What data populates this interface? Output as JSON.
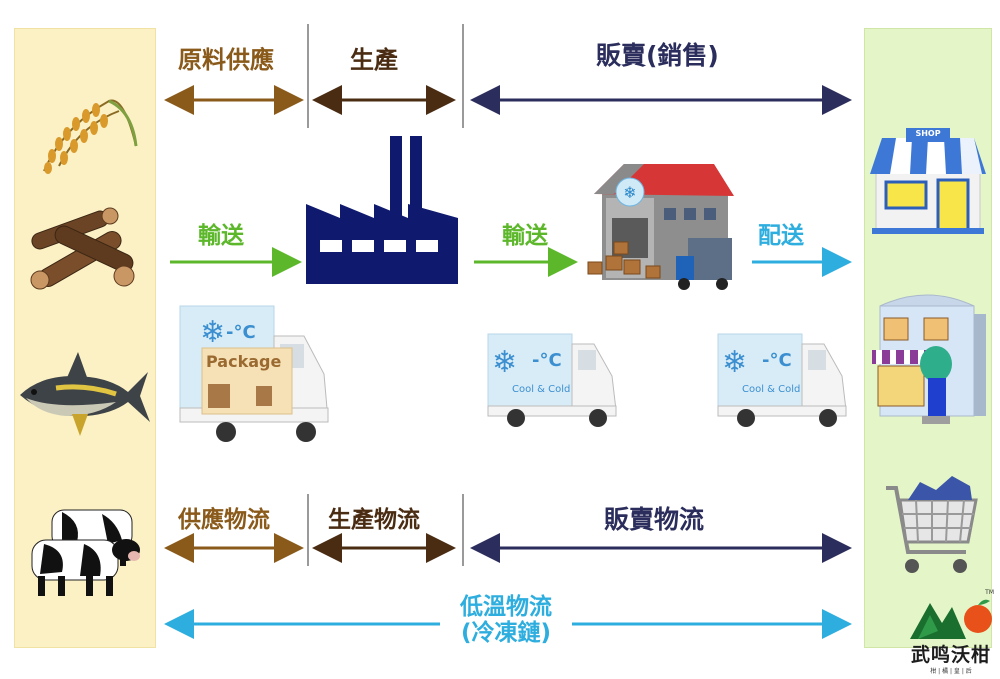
{
  "stages": {
    "supply": "原料供應",
    "production": "生產",
    "sales": "販賣(銷售)"
  },
  "transport": {
    "to_factory": "輸送",
    "to_warehouse": "輸送",
    "delivery": "配送"
  },
  "shop_sign": "SHOP",
  "trucks": {
    "temp_label": "-°C",
    "package_label": "Package",
    "cool_label": "Cool & Cold"
  },
  "logistics": {
    "supply": "供應物流",
    "production": "生產物流",
    "sales": "販賣物流"
  },
  "cold_chain": {
    "line1": "低溫物流",
    "line2": "(冷凍鏈)"
  },
  "brand": {
    "name": "武鸣沃柑",
    "tagline": "柑 | 橘 | 皇 | 后",
    "tm": "TM"
  },
  "colors": {
    "brown": "#8a5a1a",
    "dark_brown": "#4a2c12",
    "navy": "#2b2d5c",
    "green": "#5cb82a",
    "sky": "#2eaede",
    "factory": "#0f1a6e"
  }
}
